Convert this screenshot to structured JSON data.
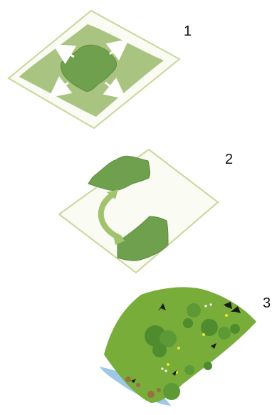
{
  "steps": [
    {
      "number": "1"
    },
    {
      "number": "2"
    },
    {
      "number": "3"
    }
  ],
  "colors": {
    "panel_fill": "#fafbf3",
    "panel_edge": "#c7d79a",
    "area_fill": "#a8c480",
    "patch_fill": "#6fa04d",
    "patch_edge": "#557f3a",
    "arrow_fill": "#ffffff",
    "arrow_curve": "#a0c36c",
    "land_fill": "#78ad3a",
    "water_fill": "#9ec7e8",
    "bird_fill": "#1a1a1a",
    "tree_fill": "#4f8c2e",
    "flower_fill": "#f3e13a"
  }
}
